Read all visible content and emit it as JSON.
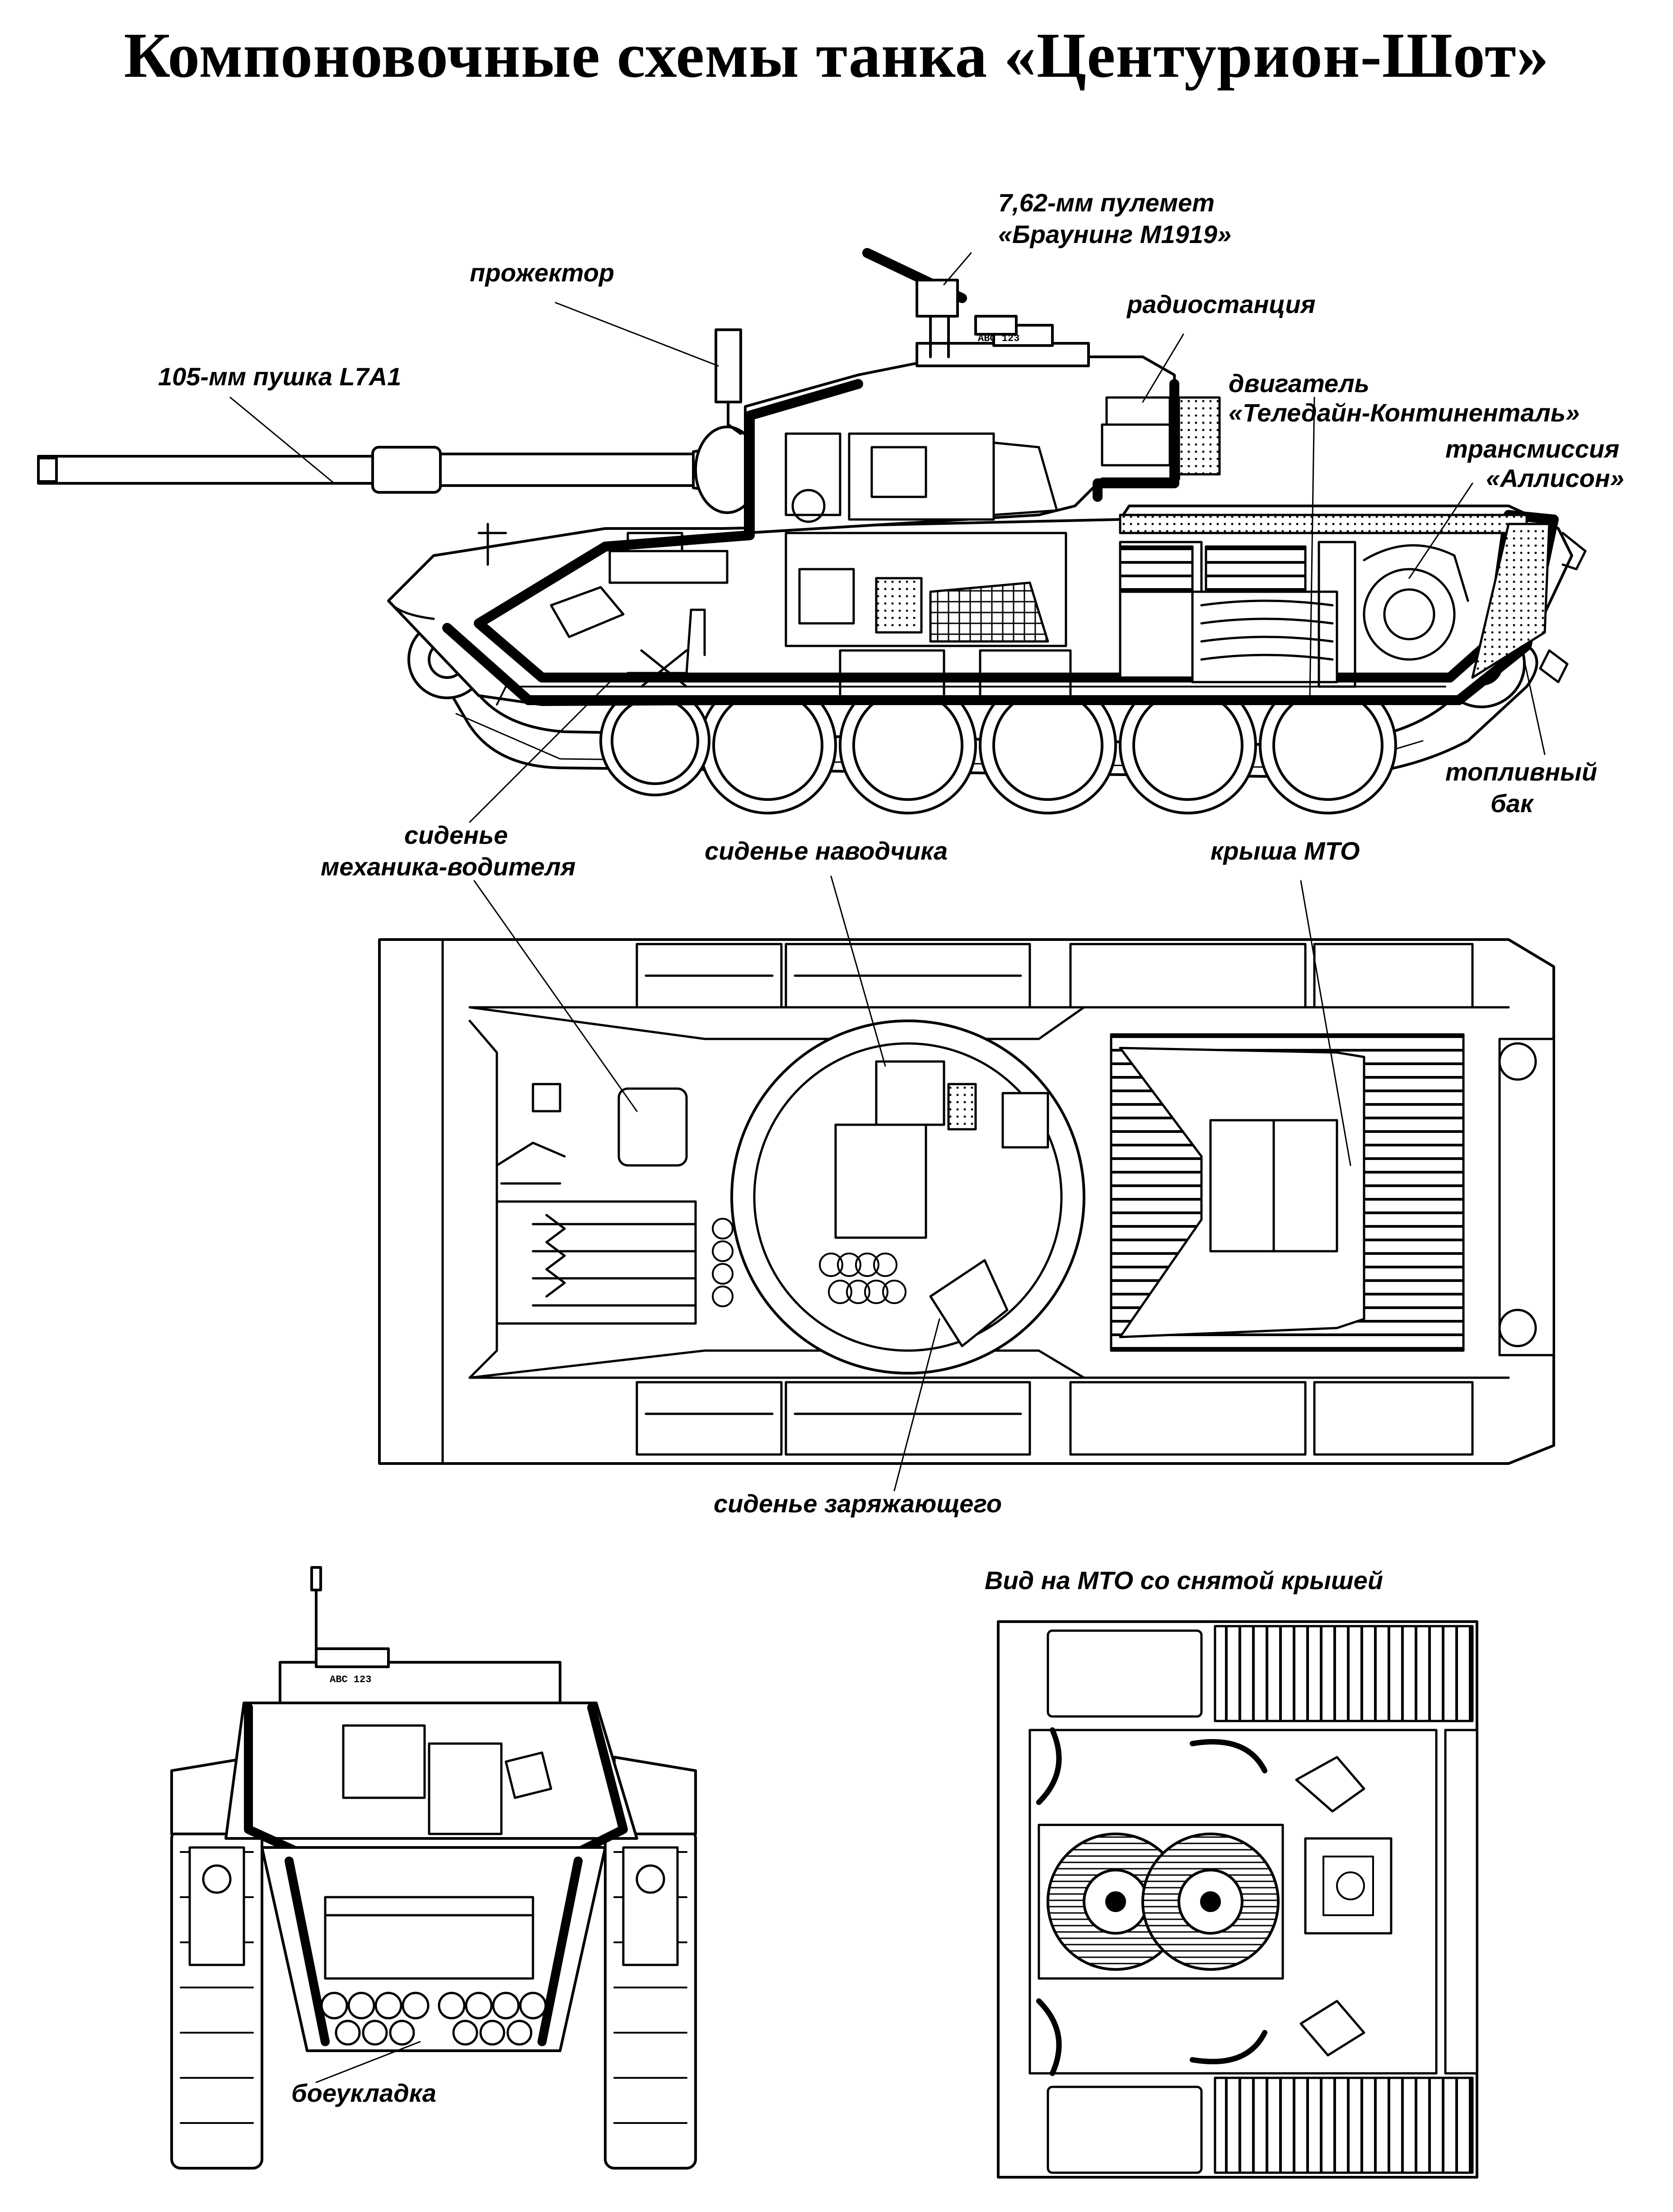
{
  "title": "Компоновочные схемы танка «Центурион-Шот»",
  "labels": {
    "gun": "105-мм пушка L7A1",
    "searchlight": "прожектор",
    "mg_line1": "7,62-мм пулемет",
    "mg_line2": "«Браунинг М1919»",
    "radio": "радиостанция",
    "engine_line1": "двигатель",
    "engine_line2": "«Теледайн-Континенталь»",
    "transmission_line1": "трансмиссия",
    "transmission_line2": "«Аллисон»",
    "fuel_line1": "топливный",
    "fuel_line2": "бак",
    "driver_line1": "сиденье",
    "driver_line2": "механика-водителя",
    "gunner": "сиденье наводчика",
    "engine_roof": "крыша МТО",
    "loader": "сиденье заряжающего",
    "mto_view": "Вид на МТО со снятой крышей",
    "ammo": "боеукладка"
  },
  "plate_numbers": {
    "side": "ABC 123",
    "front": "ABC 123"
  }
}
